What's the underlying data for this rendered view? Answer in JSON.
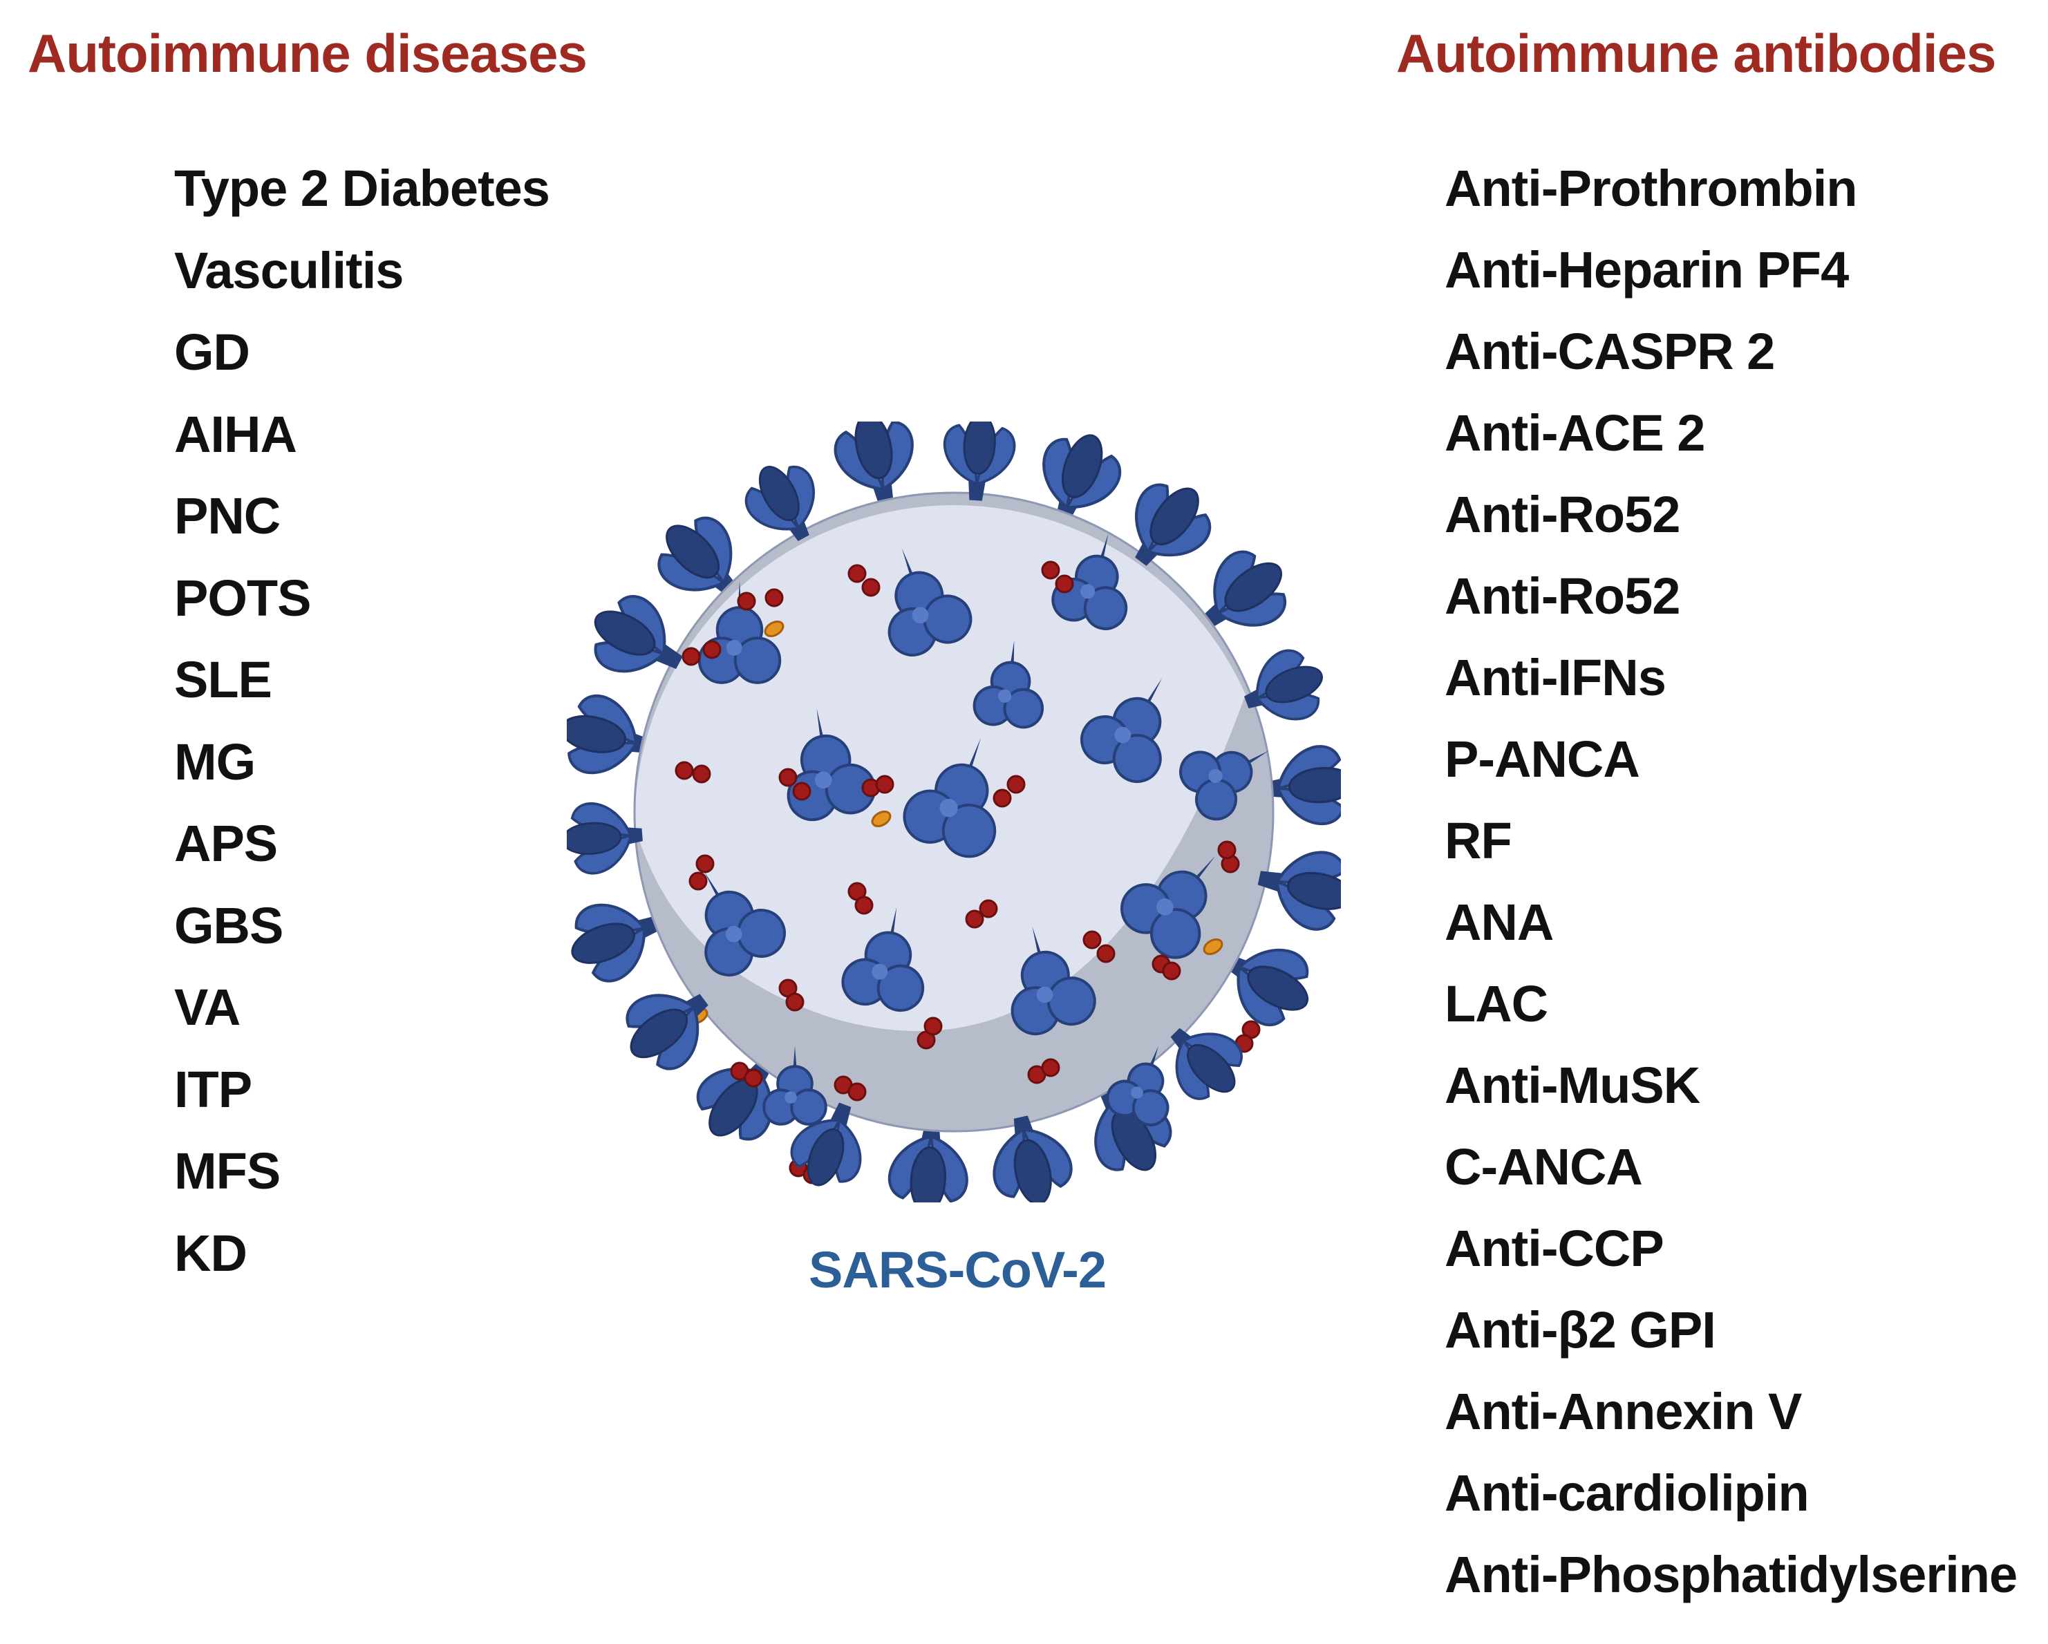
{
  "headings": {
    "diseases": "Autoimmune diseases",
    "antibodies": "Autoimmune antibodies"
  },
  "diseases": [
    "Type 2 Diabetes",
    "Vasculitis",
    "GD",
    "AIHA",
    "PNC",
    "POTS",
    "SLE",
    "MG",
    "APS",
    "GBS",
    "VA",
    "ITP",
    "MFS",
    "KD"
  ],
  "antibodies": [
    "Anti-Prothrombin",
    "Anti-Heparin PF4",
    "Anti-CASPR 2",
    "Anti-ACE 2",
    "Anti-Ro52",
    "Anti-Ro52",
    "Anti-IFNs",
    "P-ANCA",
    "RF",
    "ANA",
    "LAC",
    "Anti-MuSK",
    "C-ANCA",
    "Anti-CCP",
    "Anti-β2 GPI",
    "Anti-Annexin V",
    "Anti-cardiolipin",
    "Anti-Phosphatidylserine"
  ],
  "virus": {
    "label": "SARS-CoV-2",
    "icon": "sars-cov-2-virus-icon"
  },
  "colors": {
    "heading": "#9e2a22",
    "label": "#2c5f97",
    "text": "#111111",
    "spike": "#3e62b0",
    "spike_dark": "#27407a",
    "envelope": "#dfe3ef",
    "envelope_shadow": "#b7bccb",
    "rna_dot": "#a11b1b",
    "lipid": "#e59320"
  }
}
